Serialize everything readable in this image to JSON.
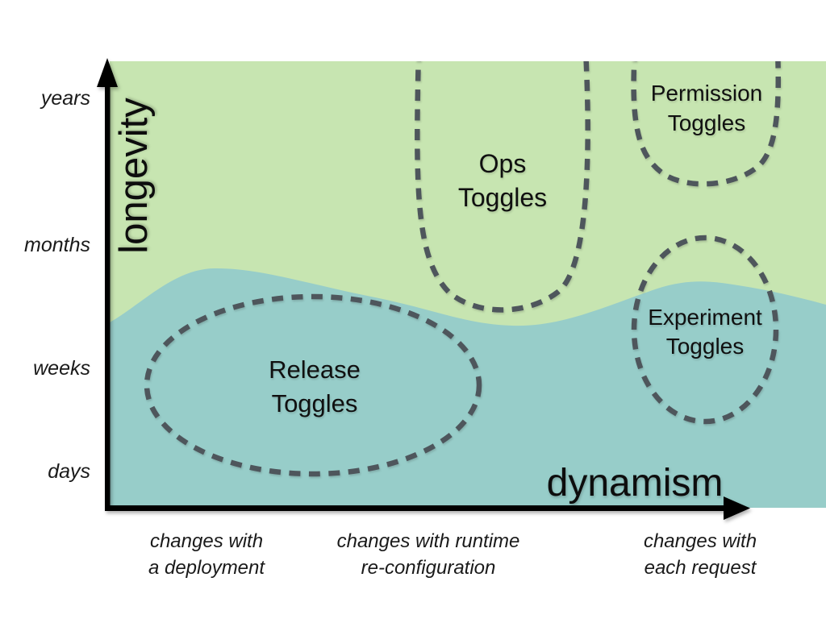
{
  "colors": {
    "long_lived_region": "#c7e5b1",
    "short_lived_region": "#97cdc9",
    "dash": "#4e565c",
    "axis": "#000000"
  },
  "y_axis": {
    "label": "longevity",
    "ticks": [
      {
        "label": "years"
      },
      {
        "label": "months"
      },
      {
        "label": "weeks"
      },
      {
        "label": "days"
      }
    ]
  },
  "x_axis": {
    "label": "dynamism",
    "ticks": [
      {
        "line1": "changes with",
        "line2": "a deployment"
      },
      {
        "line1": "changes with runtime",
        "line2": "re-configuration"
      },
      {
        "line1": "changes with",
        "line2": "each request"
      }
    ]
  },
  "regions": {
    "release": {
      "line1": "Release",
      "line2": "Toggles"
    },
    "ops": {
      "line1": "Ops",
      "line2": "Toggles"
    },
    "permission": {
      "line1": "Permission",
      "line2": "Toggles"
    },
    "experiment": {
      "line1": "Experiment",
      "line2": "Toggles"
    }
  }
}
